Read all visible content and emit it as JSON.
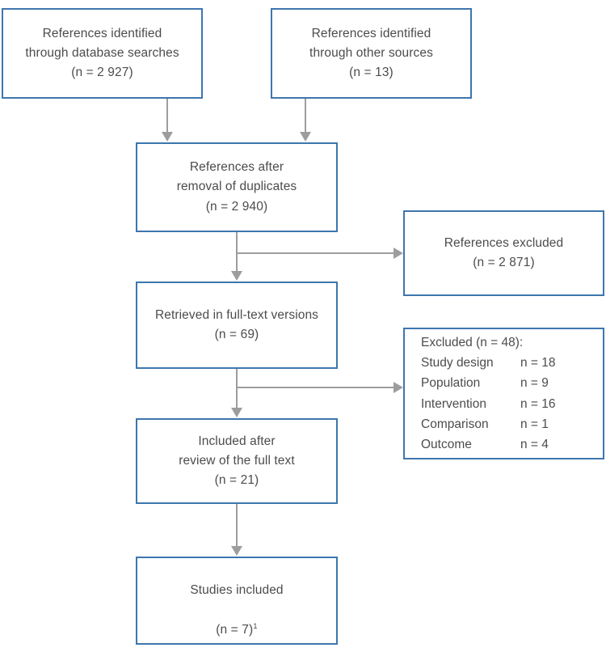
{
  "diagram": {
    "type": "prisma-flow-diagram",
    "accent_border_color": "#3d76ae",
    "connector_color": "#9d9d9d",
    "text_color": "#4c4c4c",
    "background_color": "#ffffff"
  },
  "nodes": {
    "identified_database": {
      "text": "References identified\nthrough database searches\n(n = 2 927)",
      "count": "2 927"
    },
    "identified_other": {
      "text": "References identified\nthrough other sources\n(n = 13)",
      "count": "13"
    },
    "after_duplicates": {
      "text": "References after\nremoval of duplicates\n(n = 2 940)",
      "count": "2 940"
    },
    "references_excluded": {
      "text": "References excluded\n(n = 2 871)",
      "count": "2 871"
    },
    "full_text_retrieved": {
      "text": "Retrieved in full-text versions\n(n = 69)",
      "count": "69"
    },
    "excluded_reasons": {
      "heading": "Excluded (n = 48):",
      "total": "48",
      "rows": [
        {
          "label": "Study design",
          "value": "n = 18"
        },
        {
          "label": "Population",
          "value": "n = 9"
        },
        {
          "label": "Intervention",
          "value": "n = 16"
        },
        {
          "label": "Comparison",
          "value": "n = 1"
        },
        {
          "label": "Outcome",
          "value": "n = 4"
        }
      ]
    },
    "included_after_review": {
      "text": "Included after\nreview of the full text\n(n = 21)",
      "count": "21"
    },
    "studies_included": {
      "line1": "Studies included",
      "line2": "(n = 7)",
      "footnote_marker": "1",
      "count": "7"
    }
  }
}
